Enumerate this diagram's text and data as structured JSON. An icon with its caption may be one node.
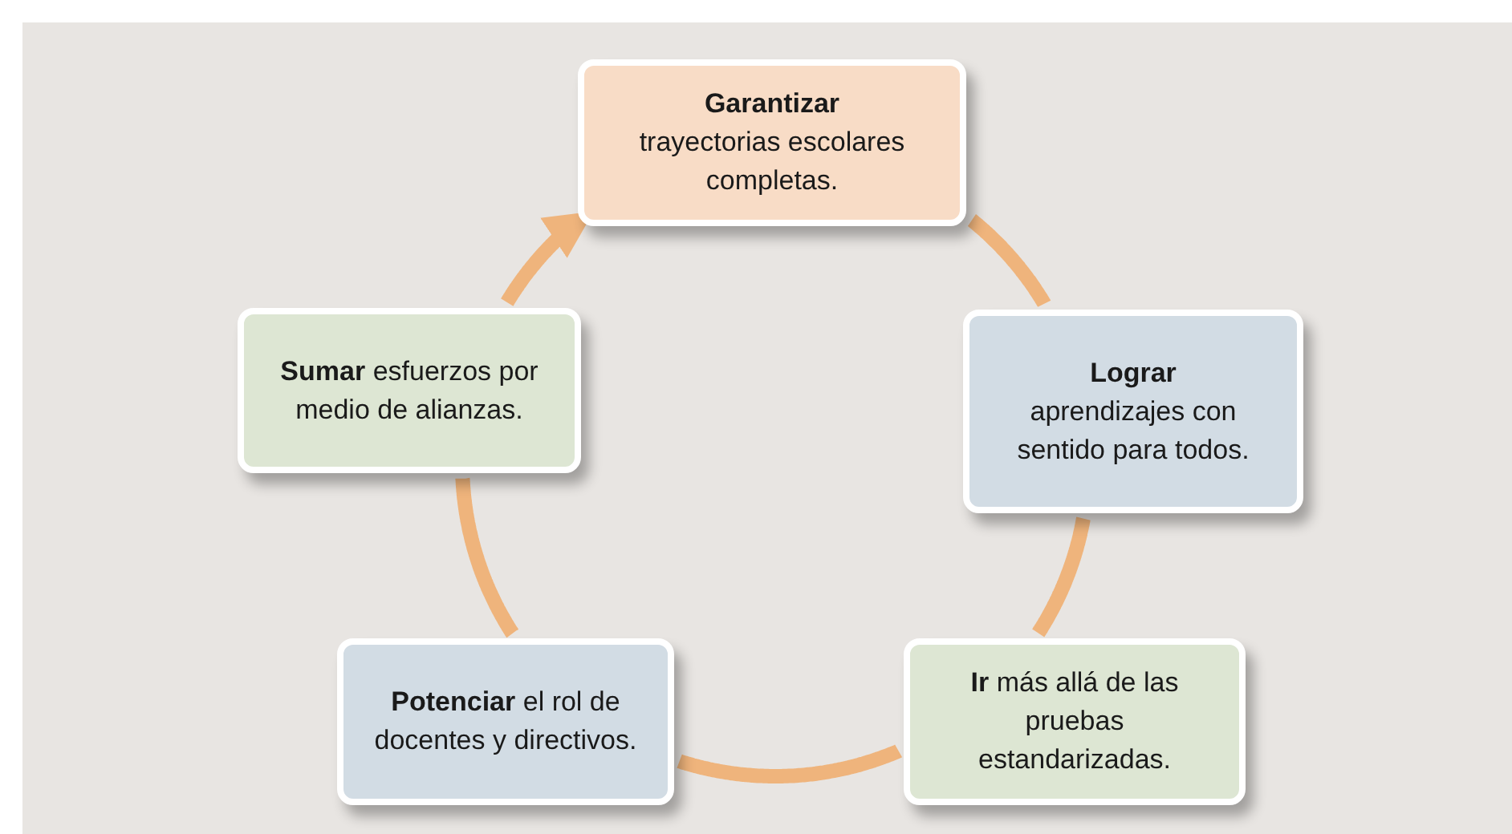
{
  "diagram": {
    "nodes": [
      {
        "text": [
          "Garantizar",
          "trayectorias escolares completas."
        ]
      },
      {
        "text": [
          "Lograr",
          "aprendizajes con sentido para todos."
        ]
      },
      {
        "text": [
          "**Ir** más allá de las pruebas estandarizadas."
        ]
      },
      {
        "text": [
          "**Potenciar** el rol de docentes y directivos."
        ]
      },
      {
        "text": [
          "**Sumar** esfuerzos por medio de alianzas."
        ]
      }
    ],
    "edges": [
      {
        "from": 0,
        "to": 1,
        "arrow": "none"
      },
      {
        "from": 1,
        "to": 2,
        "arrow": "none"
      },
      {
        "from": 2,
        "to": 3,
        "arrow": "none"
      },
      {
        "from": 3,
        "to": 4,
        "arrow": "none"
      },
      {
        "from": 4,
        "to": 0,
        "arrow": "to"
      }
    ]
  }
}
